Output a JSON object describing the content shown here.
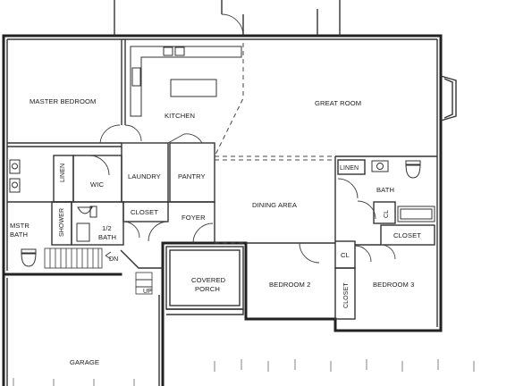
{
  "rooms": {
    "master_bedroom": "MASTER BEDROOM",
    "kitchen": "KITCHEN",
    "great_room": "GREAT ROOM",
    "linen_left": "LINEN",
    "wic": "WIC",
    "laundry": "LAUNDRY",
    "pantry": "PANTRY",
    "linen_right": "LINEN",
    "bath": "BATH",
    "mstr": "MSTR",
    "mstr_bath": "BATH",
    "shower": "SHOWER",
    "half": "1/2",
    "half_bath": "BATH",
    "closet_center": "CLOSET",
    "foyer": "FOYER",
    "dining_area": "DINING AREA",
    "cl_bath": "CL",
    "closet_right": "CLOSET",
    "cl_small": "CL",
    "stair_dn": "DN",
    "stair_up": "UP",
    "covered": "COVERED",
    "porch": "PORCH",
    "bedroom2": "BEDROOM 2",
    "closet_vertical": "CLOSET",
    "bedroom3": "BEDROOM 3",
    "garage": "GARAGE"
  }
}
